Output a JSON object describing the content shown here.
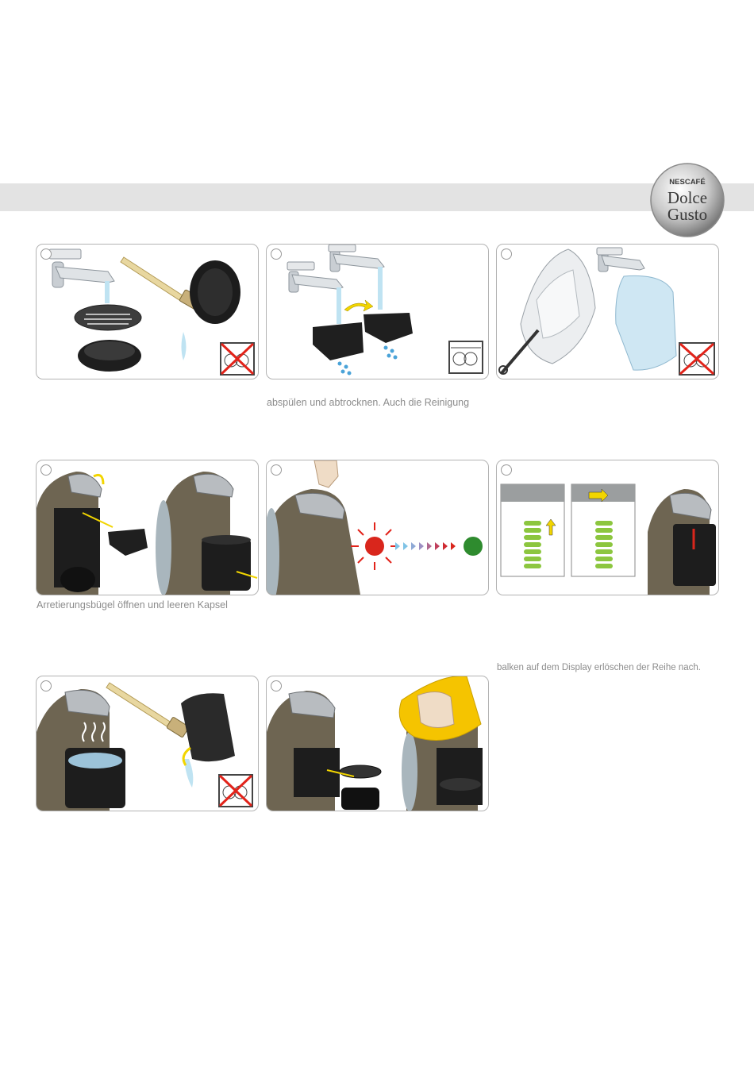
{
  "logo": {
    "brand": "NESCAFÉ",
    "line1": "Dolce",
    "line2": "Gusto"
  },
  "captions": {
    "row1": "abspülen und abtrocknen. Auch die Reinigung",
    "row2": "Arretierungsbügel öffnen und leeren Kapsel",
    "row3": "balken auf dem Display erlöschen der Reihe nach."
  },
  "colors": {
    "band": "#e3e3e3",
    "arrow": "#f2d500",
    "power_red": "#d9261c",
    "power_green": "#2e8b2e",
    "led_green": "#8cc63f"
  }
}
